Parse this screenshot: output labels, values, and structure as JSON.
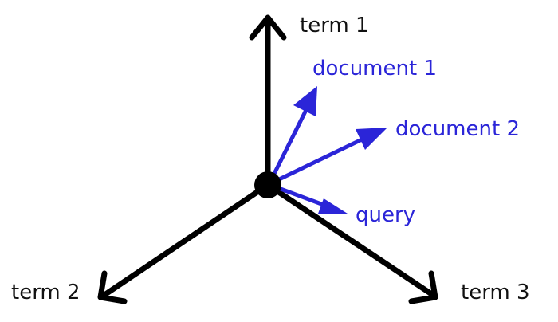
{
  "diagram": {
    "axes": {
      "term1": "term 1",
      "term2": "term 2",
      "term3": "term 3"
    },
    "vectors": {
      "document1": "document 1",
      "document2": "document 2",
      "query": "query"
    }
  },
  "colors": {
    "axis": "#000000",
    "vector": "#2b25d8",
    "axis_label": "#111111"
  }
}
